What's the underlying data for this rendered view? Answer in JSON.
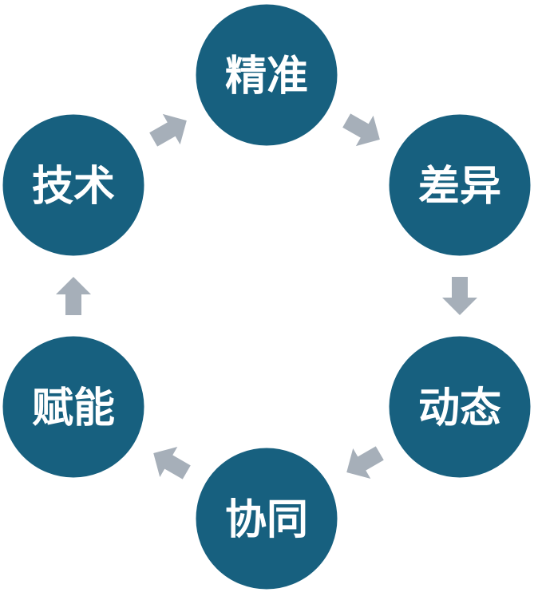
{
  "diagram": {
    "type": "cycle",
    "nodes": [
      {
        "id": "precise",
        "label": "精准"
      },
      {
        "id": "difference",
        "label": "差异"
      },
      {
        "id": "dynamic",
        "label": "动态"
      },
      {
        "id": "collaborative",
        "label": "协同"
      },
      {
        "id": "empower",
        "label": "赋能"
      },
      {
        "id": "technology",
        "label": "技术"
      }
    ],
    "edges": [
      {
        "from": "precise",
        "to": "difference"
      },
      {
        "from": "difference",
        "to": "dynamic"
      },
      {
        "from": "dynamic",
        "to": "collaborative"
      },
      {
        "from": "collaborative",
        "to": "empower"
      },
      {
        "from": "empower",
        "to": "technology"
      },
      {
        "from": "technology",
        "to": "precise"
      }
    ],
    "colors": {
      "node_fill": "#17607f",
      "node_text": "#ffffff",
      "arrow_fill": "#a6afb9"
    }
  }
}
